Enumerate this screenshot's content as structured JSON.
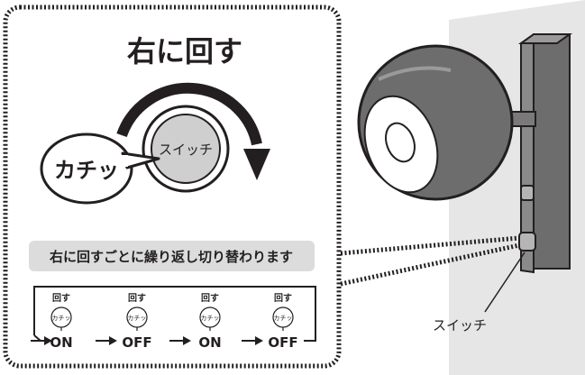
{
  "panel": {
    "title": "右に回す",
    "click_sound": "カチッ",
    "knob_label": "スイッチ",
    "caption": "右に回すごとに繰り返し切り替わります"
  },
  "sequence": {
    "steps": [
      {
        "top_label": "回す",
        "bubble": "カチッ",
        "state": "ON"
      },
      {
        "top_label": "回す",
        "bubble": "カチッ",
        "state": "OFF"
      },
      {
        "top_label": "回す",
        "bubble": "カチッ",
        "state": "ON"
      },
      {
        "top_label": "回す",
        "bubble": "カチッ",
        "state": "OFF"
      }
    ]
  },
  "lamp": {
    "switch_label": "スイッチ"
  },
  "colors": {
    "ink": "#231f20",
    "caption_band": "#dcdcdc",
    "wall": "#e6e6e6",
    "lamp_body": "#6d6d6d",
    "knob_fill": "#cfcfcf",
    "white": "#ffffff"
  }
}
